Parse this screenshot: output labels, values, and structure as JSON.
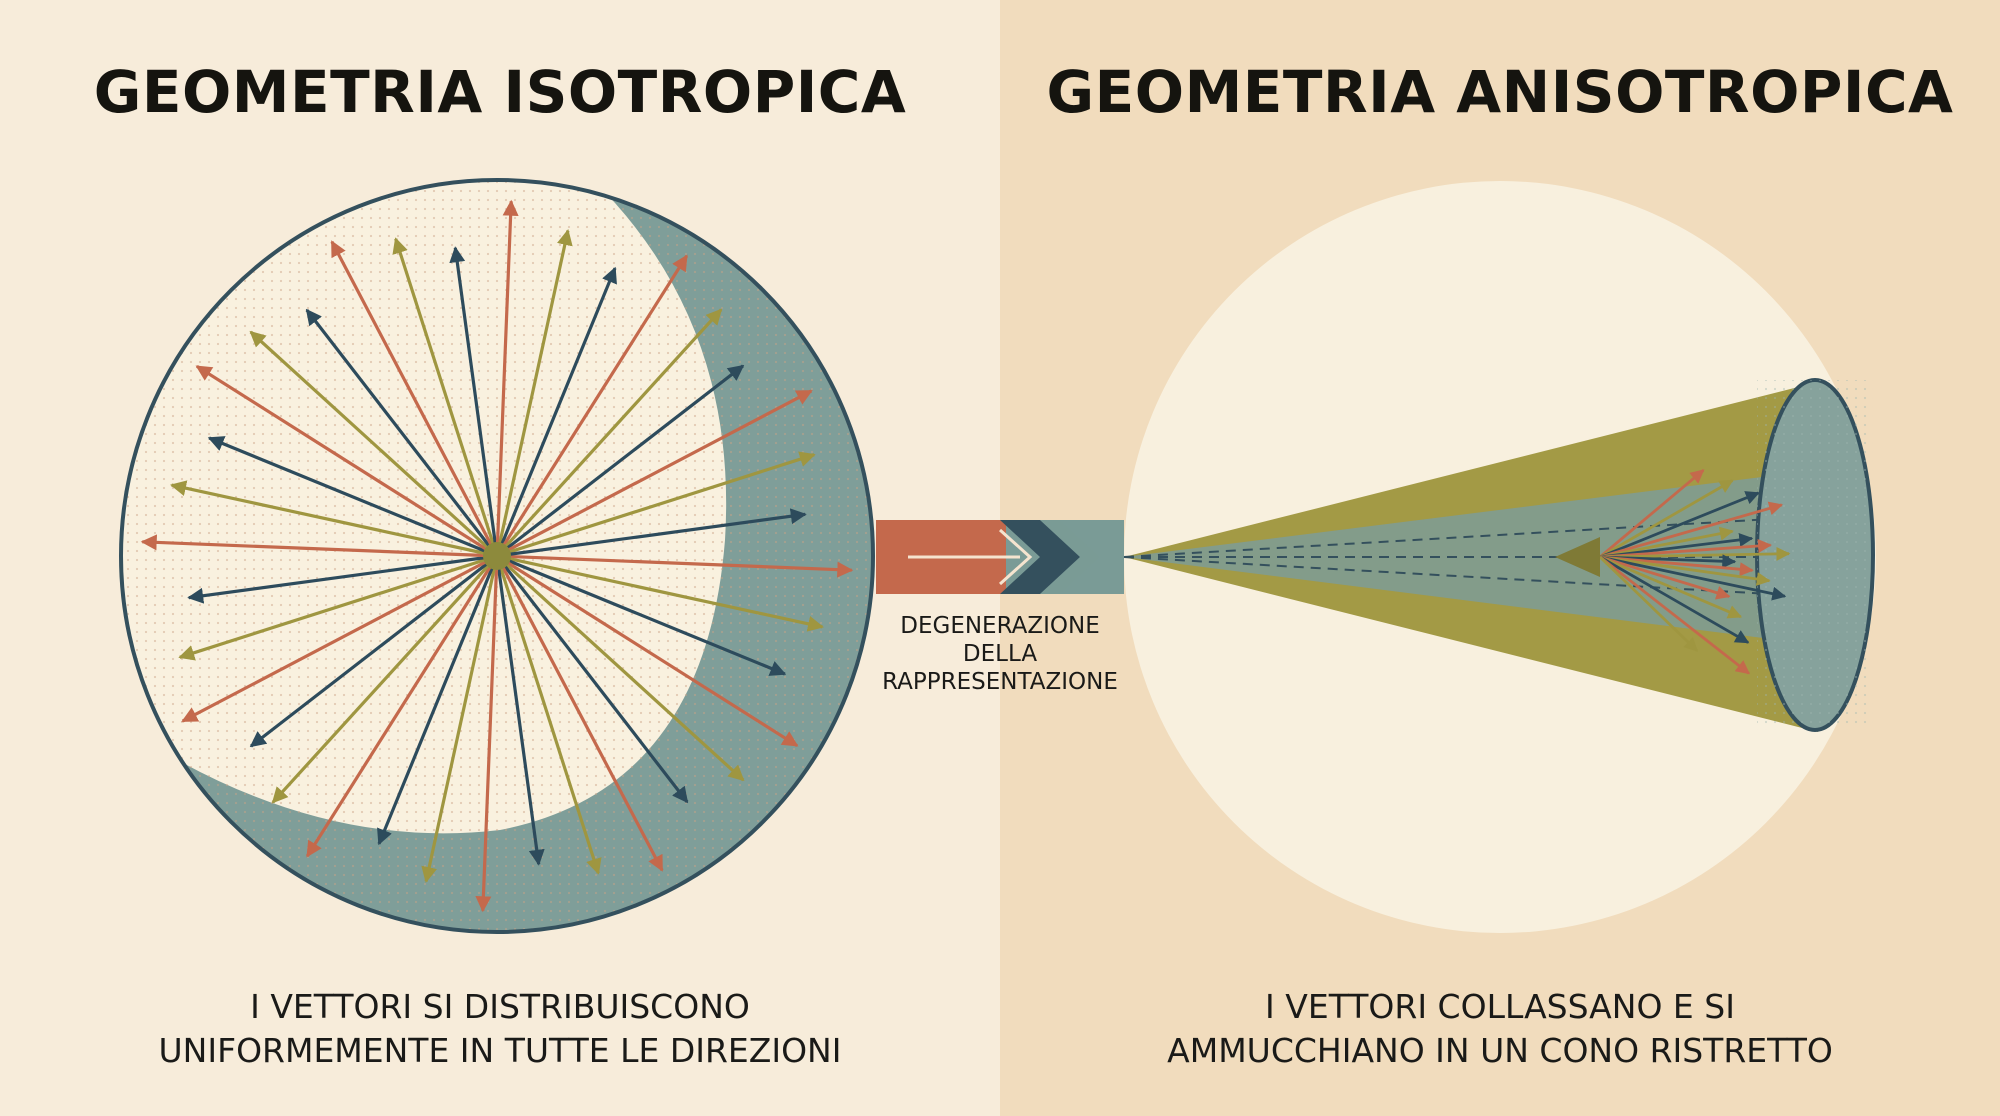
{
  "left": {
    "title": "GEOMETRIA ISOTROPICA",
    "caption": "I VETTORI SI DISTRIBUISCONO\nUNIFORMEMENTE IN TUTTE LE DIREZIONI"
  },
  "right": {
    "title": "GEOMETRIA ANISOTROPICA",
    "caption": "I VETTORI COLLASSANO E SI\nAMMUCCHIANO IN UN CONO RISTRETTO"
  },
  "transition": {
    "label": "DEGENERAZIONE\nDELLA\nRAPPRESENTAZIONE"
  },
  "colors": {
    "rust": "#c4694c",
    "olive": "#9f9640",
    "navy": "#2d4b5c",
    "teal": "#7a9b96",
    "cream": "#f8f0de"
  }
}
